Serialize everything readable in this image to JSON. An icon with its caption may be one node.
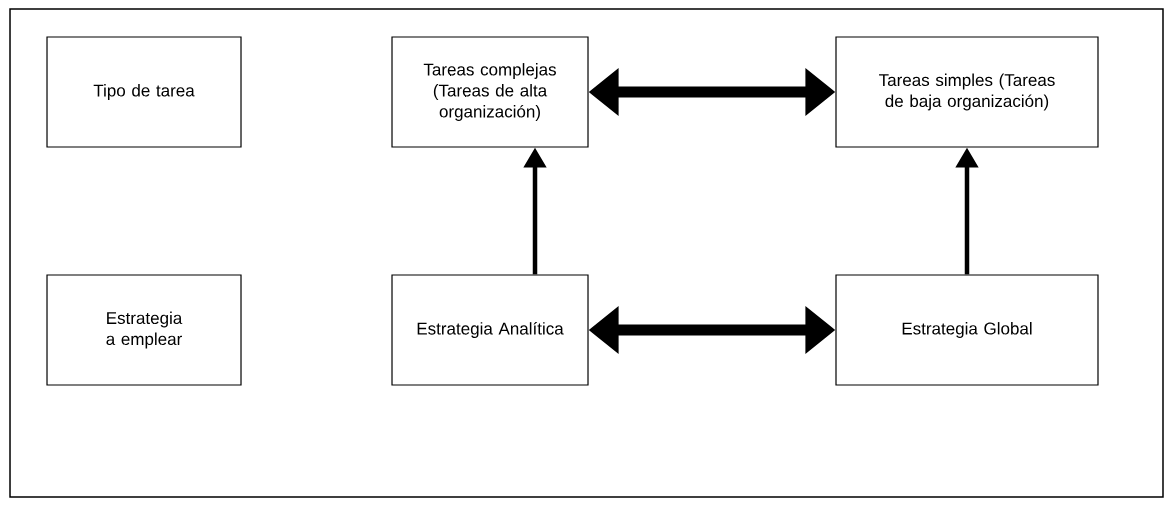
{
  "diagram": {
    "nodes": [
      {
        "text": [
          "Tipo de tarea"
        ]
      },
      {
        "text": [
          "Tareas complejas (Tareas de alta organización)"
        ]
      },
      {
        "text": [
          "Tareas simples (Tareas de baja organización)"
        ]
      },
      {
        "text": [
          "Estrategia a emplear"
        ]
      },
      {
        "text": [
          "Estrategia Analítica"
        ]
      },
      {
        "text": [
          "Estrategia Global"
        ]
      }
    ],
    "edges": [
      {
        "from": 1,
        "to": 2,
        "arrow": "both",
        "style": "thick"
      },
      {
        "from": 4,
        "to": 1,
        "arrow": "to"
      },
      {
        "from": 5,
        "to": 2,
        "arrow": "to"
      },
      {
        "from": 4,
        "to": 5,
        "arrow": "both",
        "style": "thick"
      }
    ]
  }
}
